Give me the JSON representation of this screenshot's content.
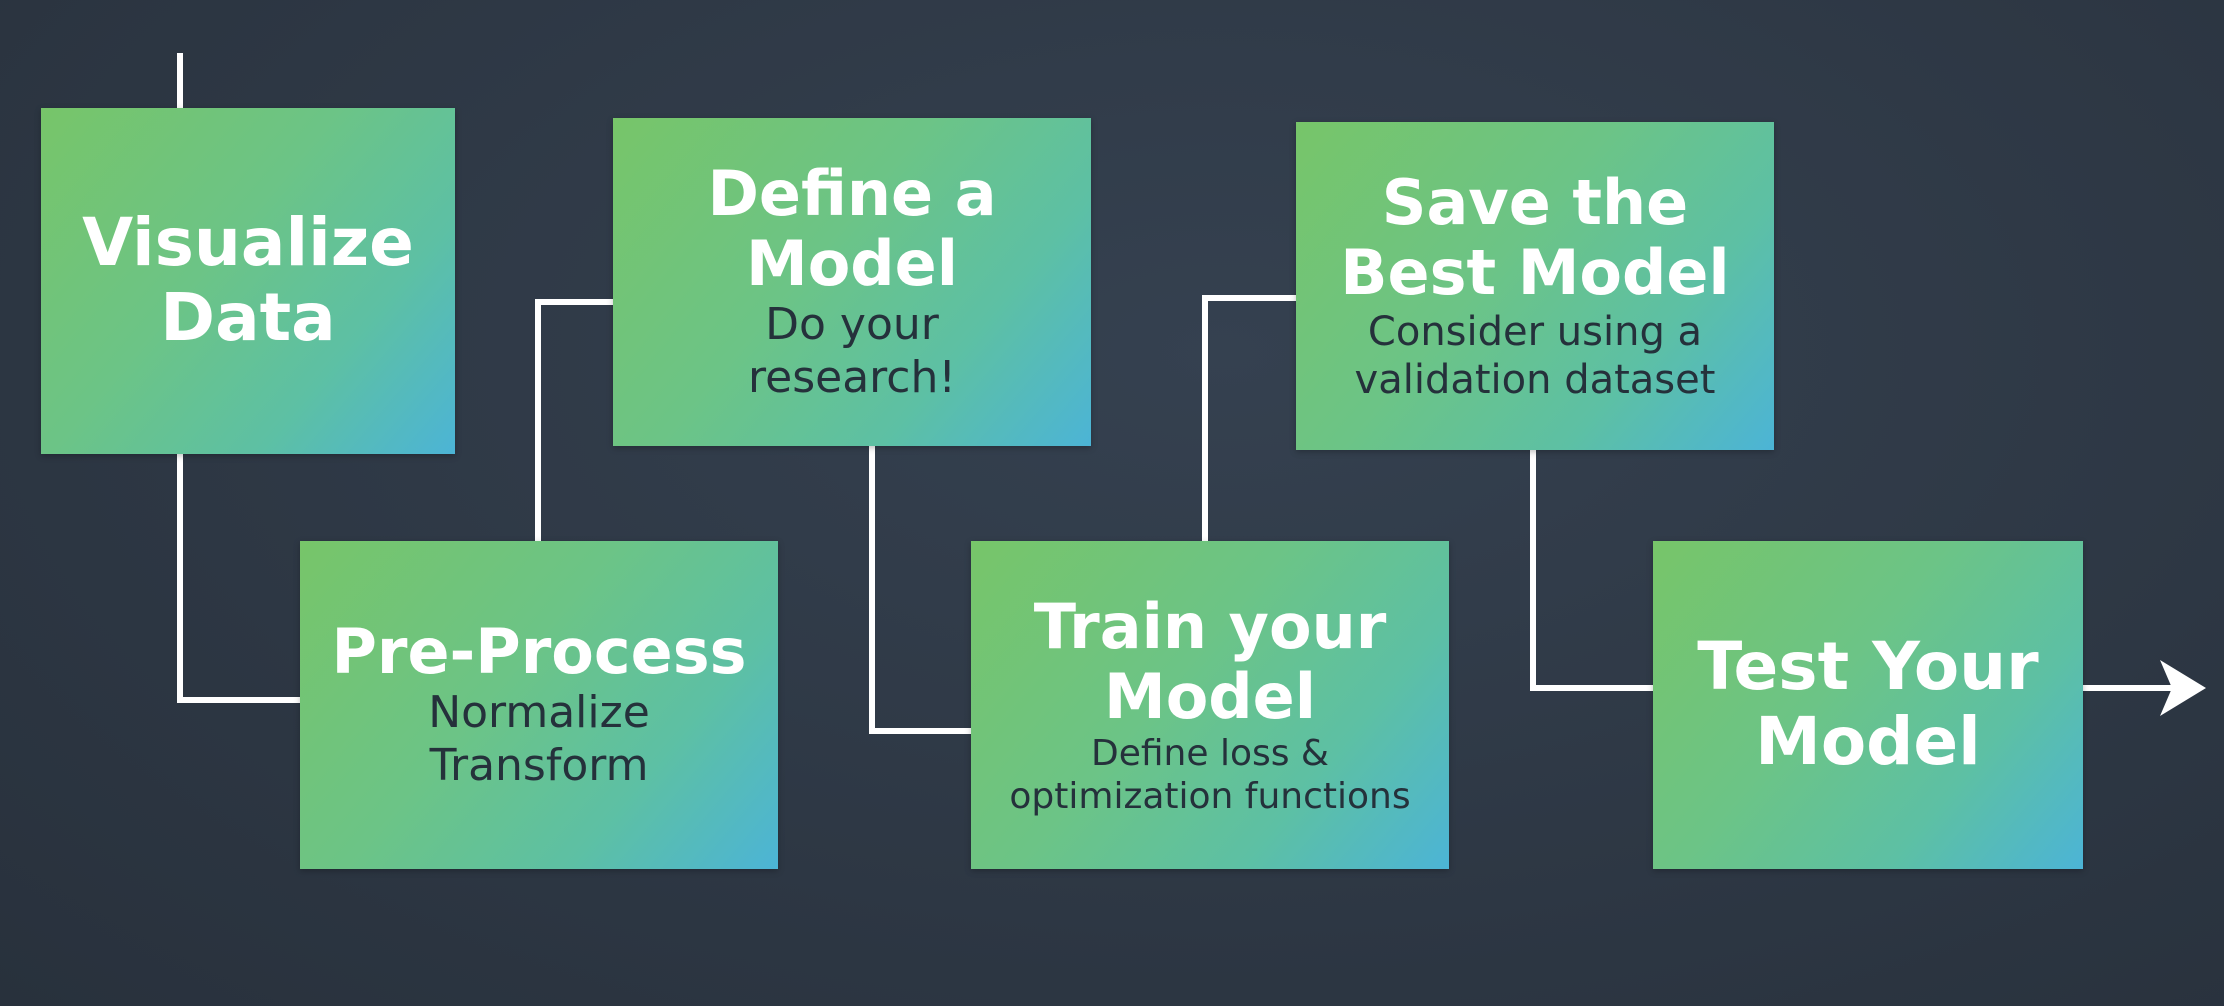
{
  "diagram": {
    "type": "flowchart",
    "direction": "left-to-right",
    "colors": {
      "background": "#2e3845",
      "box_gradient_start": "#77c569",
      "box_gradient_end": "#4cb4d6",
      "title_text": "#ffffff",
      "subtitle_text": "#25313b",
      "connector": "#ffffff"
    },
    "steps": [
      {
        "id": "visualize",
        "title": "Visualize\nData",
        "subtitle": ""
      },
      {
        "id": "preprocess",
        "title": "Pre-Process",
        "subtitle": "Normalize\nTransform"
      },
      {
        "id": "define",
        "title": "Define a\nModel",
        "subtitle": "Do your\nresearch!"
      },
      {
        "id": "train",
        "title": "Train your\nModel",
        "subtitle": "Define loss &\noptimization functions"
      },
      {
        "id": "save",
        "title": "Save the\nBest Model",
        "subtitle": "Consider using a\nvalidation dataset"
      },
      {
        "id": "test",
        "title": "Test Your\nModel",
        "subtitle": ""
      }
    ],
    "edges": [
      {
        "from": "start",
        "to": "visualize"
      },
      {
        "from": "visualize",
        "to": "preprocess"
      },
      {
        "from": "preprocess",
        "to": "define"
      },
      {
        "from": "define",
        "to": "train"
      },
      {
        "from": "train",
        "to": "save"
      },
      {
        "from": "save",
        "to": "test"
      },
      {
        "from": "test",
        "to": "end"
      }
    ]
  }
}
